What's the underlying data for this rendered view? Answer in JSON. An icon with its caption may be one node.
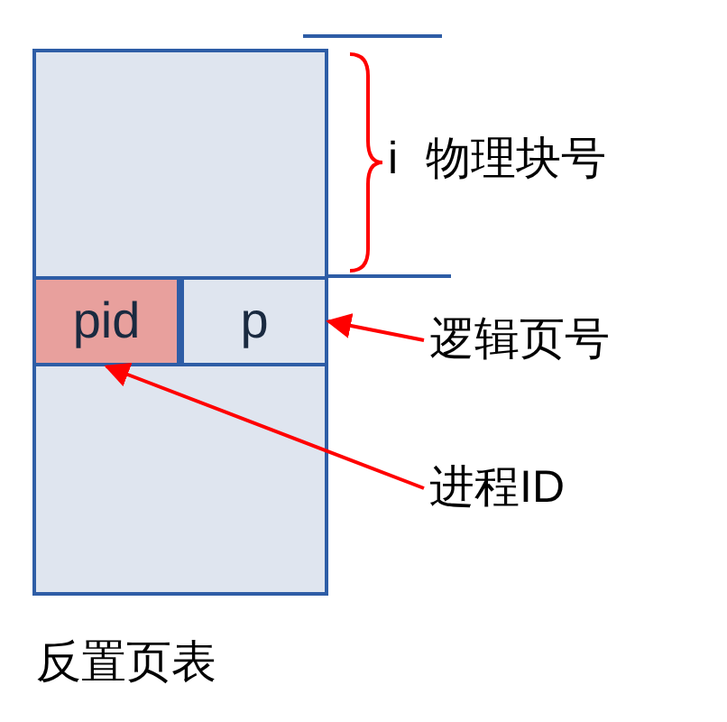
{
  "diagram": {
    "nodes": [
      {
        "text": [
          "反置页表"
        ]
      },
      {
        "text": [
          "pid"
        ],
        "in": 0
      },
      {
        "text": [
          "p"
        ],
        "in": 0
      },
      {
        "text": [
          "逻辑页号"
        ]
      },
      {
        "text": [
          "进程ID"
        ]
      }
    ],
    "edges": [
      {
        "from": 3,
        "to": 2,
        "arrow": "to"
      },
      {
        "from": 4,
        "to": 1,
        "arrow": "to"
      }
    ],
    "labels": [
      "i",
      "物理块号"
    ]
  }
}
